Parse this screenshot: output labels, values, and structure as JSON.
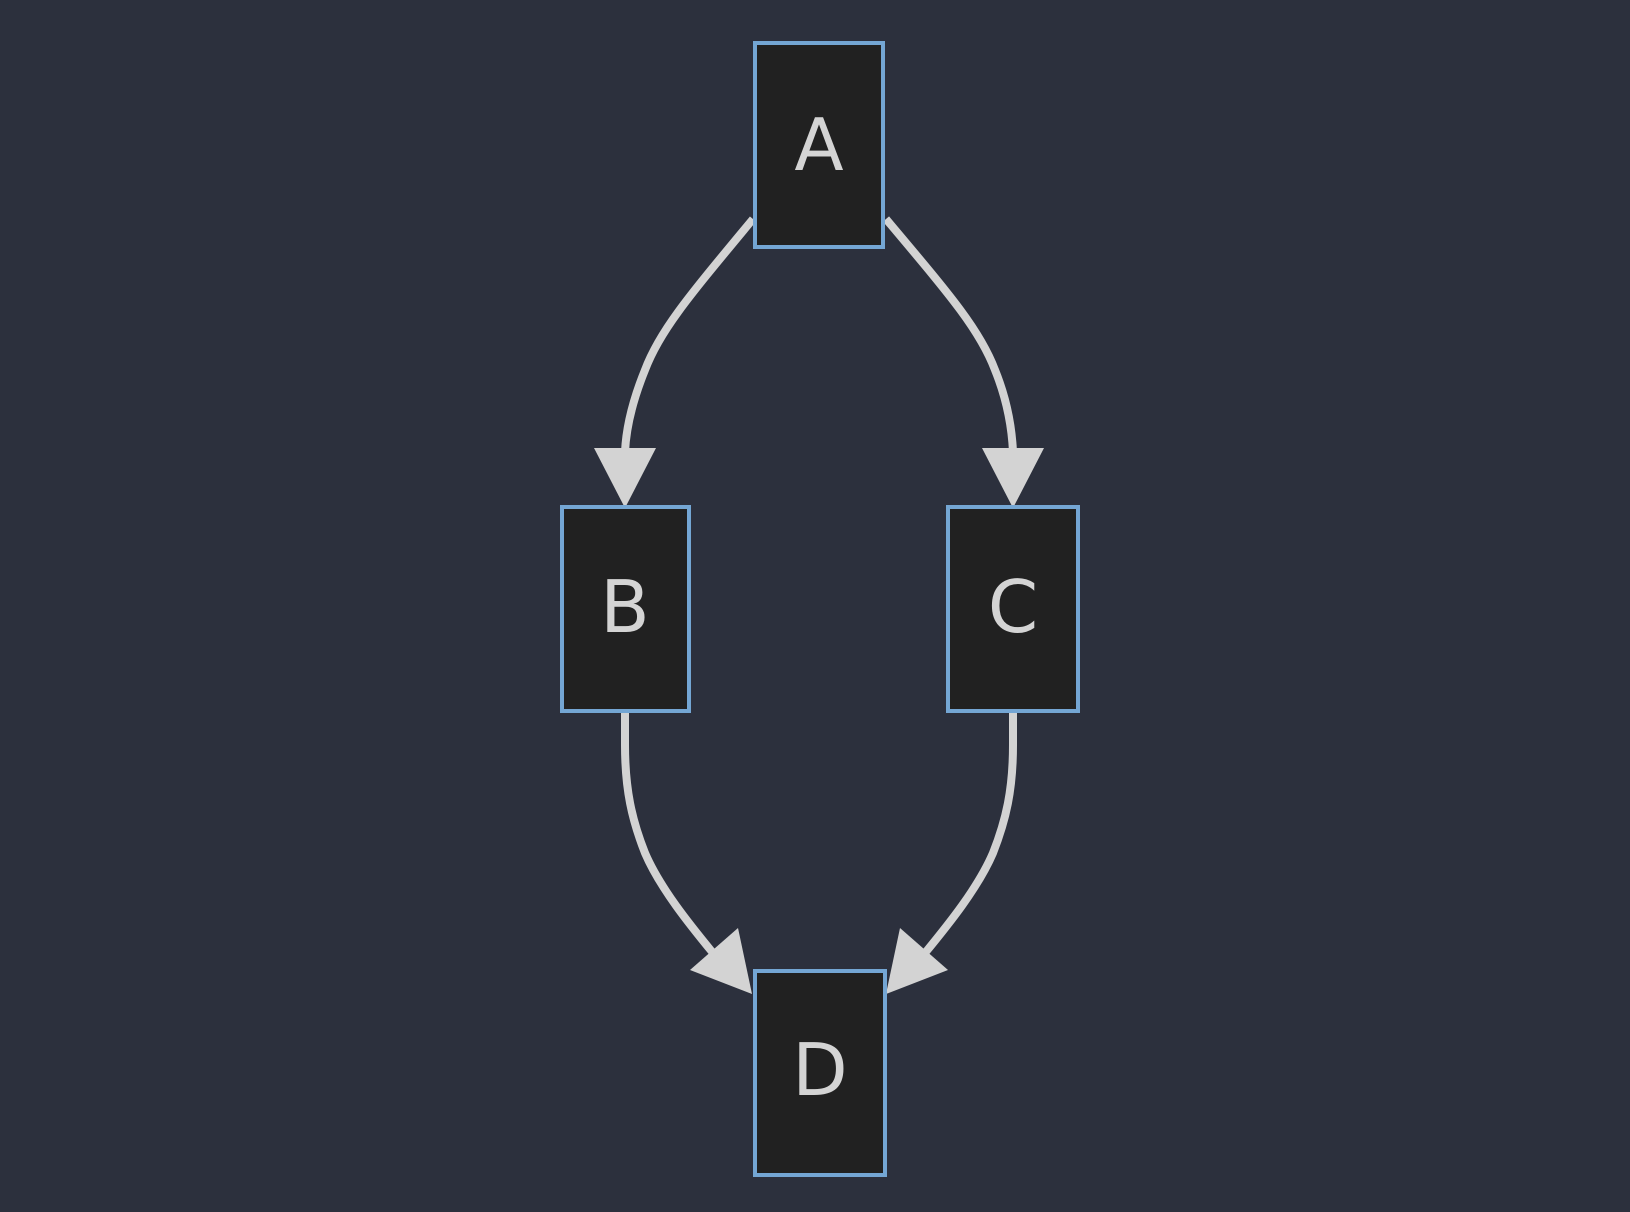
{
  "diagram": {
    "background": "#2c303d",
    "node_fill": "#212121",
    "node_border": "#74a6d4",
    "edge_color": "#d3d3d3",
    "text_color": "#d4d4d4",
    "nodes": [
      {
        "id": "A",
        "label": "A"
      },
      {
        "id": "B",
        "label": "B"
      },
      {
        "id": "C",
        "label": "C"
      },
      {
        "id": "D",
        "label": "D"
      }
    ],
    "edges": [
      {
        "from": "A",
        "to": "B"
      },
      {
        "from": "A",
        "to": "C"
      },
      {
        "from": "B",
        "to": "D"
      },
      {
        "from": "C",
        "to": "D"
      }
    ]
  }
}
